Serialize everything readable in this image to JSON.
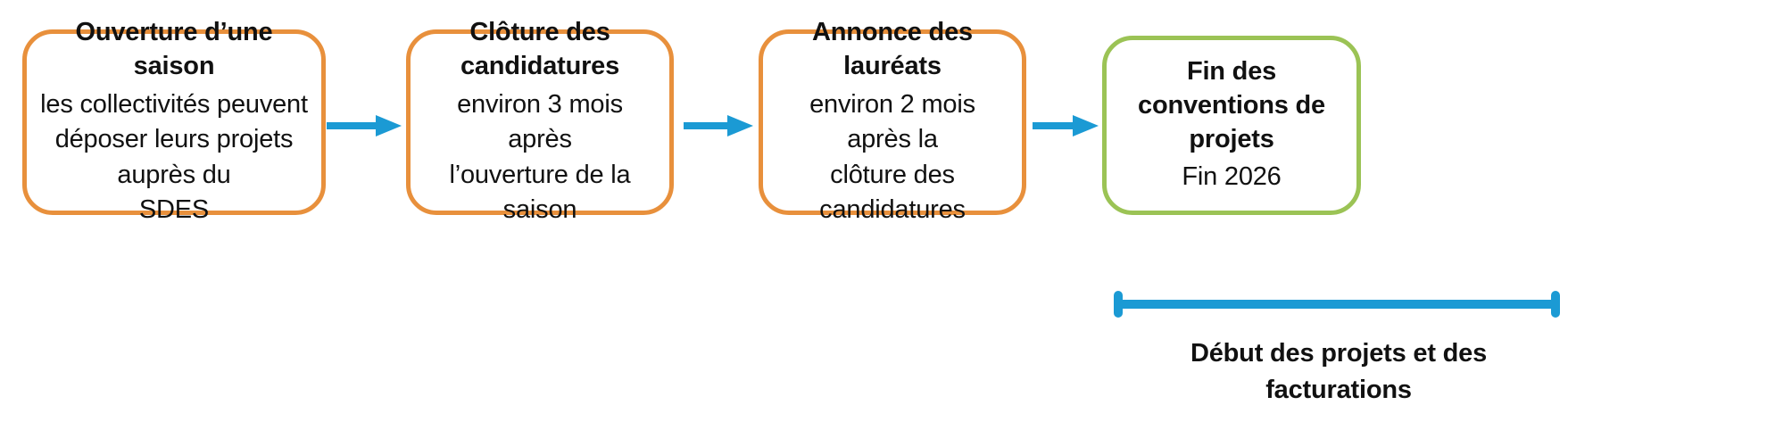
{
  "diagram": {
    "type": "process-flow",
    "title_text": "",
    "colors": {
      "box_orange": "#E8903C",
      "box_green": "#9BC355",
      "arrow_blue": "#1B9AD4",
      "bracket_blue": "#1B9AD4",
      "text": "#111111",
      "background": "#FFFFFF"
    },
    "nodes": [
      {
        "id": "ouverture-saison",
        "border_color": "#E8903C",
        "title": "Ouverture d’une saison",
        "lines": [
          "les collectivités peuvent",
          "déposer leurs projets auprès du",
          "SDES"
        ]
      },
      {
        "id": "cloture-candidatures",
        "border_color": "#E8903C",
        "title": "Clôture des candidatures",
        "lines": [
          "environ  3 mois après",
          "l’ouverture de la saison"
        ]
      },
      {
        "id": "annonce-laureats",
        "border_color": "#E8903C",
        "title": "Annonce des lauréats",
        "lines": [
          "environ  2 mois après la",
          "clôture des candidatures"
        ]
      },
      {
        "id": "fin-conventions",
        "border_color": "#9BC355",
        "title": "Fin des conventions de projets",
        "lines": [
          "Fin 2026"
        ]
      }
    ],
    "arrows": [
      {
        "id": "arrow-1",
        "from": "ouverture-saison",
        "to": "cloture-candidatures",
        "color": "#1B9AD4"
      },
      {
        "id": "arrow-2",
        "from": "cloture-candidatures",
        "to": "annonce-laureats",
        "color": "#1B9AD4"
      },
      {
        "id": "arrow-3",
        "from": "annonce-laureats",
        "to": "fin-conventions",
        "color": "#1B9AD4"
      }
    ],
    "bracket": {
      "id": "span-bracket",
      "color": "#1B9AD4",
      "spans_from": "annonce-laureats",
      "spans_to": "fin-conventions",
      "caption_line_1": "Début des projets et des",
      "caption_line_2": "facturations"
    }
  }
}
